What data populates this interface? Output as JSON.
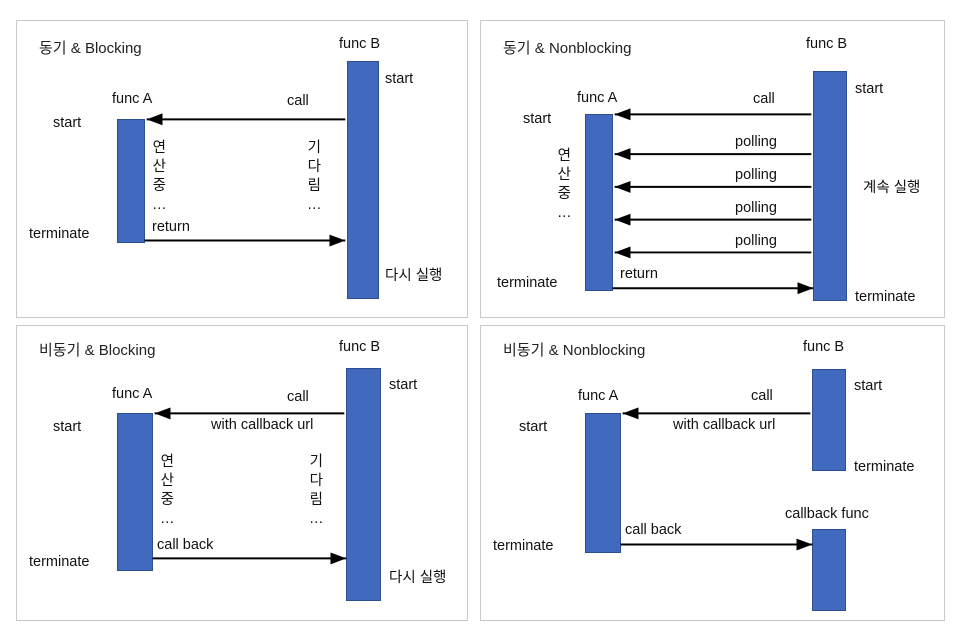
{
  "figure": {
    "title": "Synchronous / Asynchronous and Blocking / Nonblocking sequence diagrams",
    "accent_color": "#4169be",
    "accent_border_color": "#2e4f8f",
    "panel_border_color": "#c9c9c9",
    "background_color": "#ffffff",
    "arrow_color": "#000000"
  },
  "panels": {
    "sync_blocking": {
      "title": "동기 & Blocking",
      "func_a_label": "func A",
      "func_b_label": "func B",
      "a_start": "start",
      "a_terminate": "terminate",
      "b_start": "start",
      "b_footer": "다시 실행",
      "a_state": [
        "연",
        "산",
        "중",
        "…"
      ],
      "b_state": [
        "기",
        "다",
        "림",
        "…"
      ],
      "arrows": [
        {
          "label": "call",
          "direction": "b-to-a"
        },
        {
          "label": "return",
          "direction": "a-to-b"
        }
      ]
    },
    "sync_nonblocking": {
      "title": "동기 & Nonblocking",
      "func_a_label": "func A",
      "func_b_label": "func B",
      "a_start": "start",
      "a_terminate": "terminate",
      "b_start": "start",
      "b_terminate": "terminate",
      "b_footer": "계속 실행",
      "a_state": [
        "연",
        "산",
        "중",
        "…"
      ],
      "arrows": [
        {
          "label": "call",
          "direction": "b-to-a"
        },
        {
          "label": "polling",
          "direction": "b-to-a"
        },
        {
          "label": "polling",
          "direction": "b-to-a"
        },
        {
          "label": "polling",
          "direction": "b-to-a"
        },
        {
          "label": "polling",
          "direction": "b-to-a"
        },
        {
          "label": "return",
          "direction": "a-to-b"
        }
      ]
    },
    "async_blocking": {
      "title": "비동기 & Blocking",
      "func_a_label": "func A",
      "func_b_label": "func B",
      "a_start": "start",
      "a_terminate": "terminate",
      "b_start": "start",
      "b_footer": "다시 실행",
      "a_state": [
        "연",
        "산",
        "중",
        "…"
      ],
      "b_state": [
        "기",
        "다",
        "림",
        "…"
      ],
      "arrows": [
        {
          "label": "call",
          "sublabel": "with callback url",
          "direction": "b-to-a"
        },
        {
          "label": "call back",
          "direction": "a-to-b"
        }
      ]
    },
    "async_nonblocking": {
      "title": "비동기 & Nonblocking",
      "func_a_label": "func A",
      "func_b_label": "func B",
      "callback_func_label": "callback func",
      "a_start": "start",
      "a_terminate": "terminate",
      "b_start": "start",
      "b_terminate": "terminate",
      "arrows": [
        {
          "label": "call",
          "sublabel": "with callback url",
          "direction": "b-to-a"
        },
        {
          "label": "call back",
          "direction": "a-to-callback"
        }
      ]
    }
  }
}
